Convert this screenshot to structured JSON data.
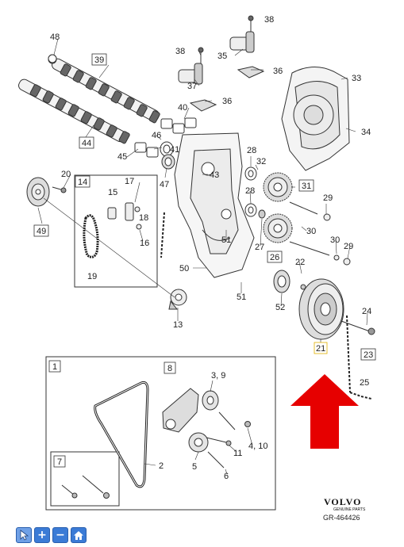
{
  "diagram": {
    "brand": "VOLVO",
    "brand_sub": "GENUINE PARTS",
    "ref": "GR-464426",
    "callouts": {
      "c48": "48",
      "c39": "39",
      "c38a": "38",
      "c38b": "38",
      "c35": "35",
      "c36a": "36",
      "c36b": "36",
      "c33": "33",
      "c37": "37",
      "c40": "40",
      "c44": "44",
      "c46": "46",
      "c45": "45",
      "c41": "41",
      "c34": "34",
      "c28a": "28",
      "c32": "32",
      "c43": "43",
      "c31": "31",
      "c20": "20",
      "c14": "14",
      "c17": "17",
      "c15": "15",
      "c18": "18",
      "c16": "16",
      "c19": "19",
      "c47": "47",
      "c28b": "28",
      "c29a": "29",
      "c49": "49",
      "c51a": "51",
      "c30a": "30",
      "c30b": "30",
      "c29b": "29",
      "c27": "27",
      "c26": "26",
      "c50": "50",
      "c22": "22",
      "c52": "52",
      "c51b": "51",
      "c24": "24",
      "c13": "13",
      "c21": "21",
      "c23": "23",
      "c25": "25",
      "c1": "1",
      "c8": "8",
      "c39b": "3, 9",
      "c2": "2",
      "c410": "4, 10",
      "c11": "11",
      "c5": "5",
      "c6": "6",
      "c7": "7"
    }
  },
  "toolbar": {
    "pointer": "pointer-icon",
    "zoom_in": "+",
    "zoom_out": "−",
    "home": "home-icon"
  }
}
